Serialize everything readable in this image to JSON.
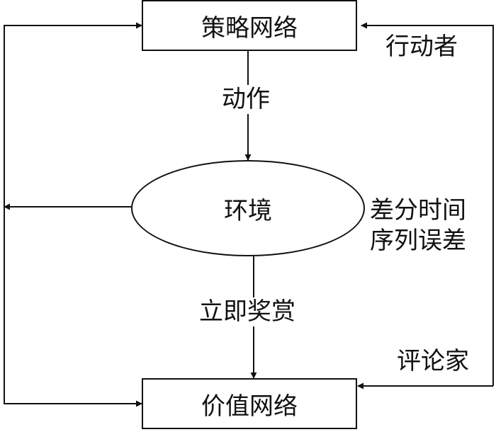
{
  "nodes": {
    "policy_network": "策略网络",
    "environment": "环境",
    "value_network": "价值网络"
  },
  "labels": {
    "action": "动作",
    "immediate_reward": "立即奖赏",
    "actor": "行动者",
    "td_error_line1": "差分时间",
    "td_error_line2": "序列误差",
    "critic": "评论家"
  }
}
